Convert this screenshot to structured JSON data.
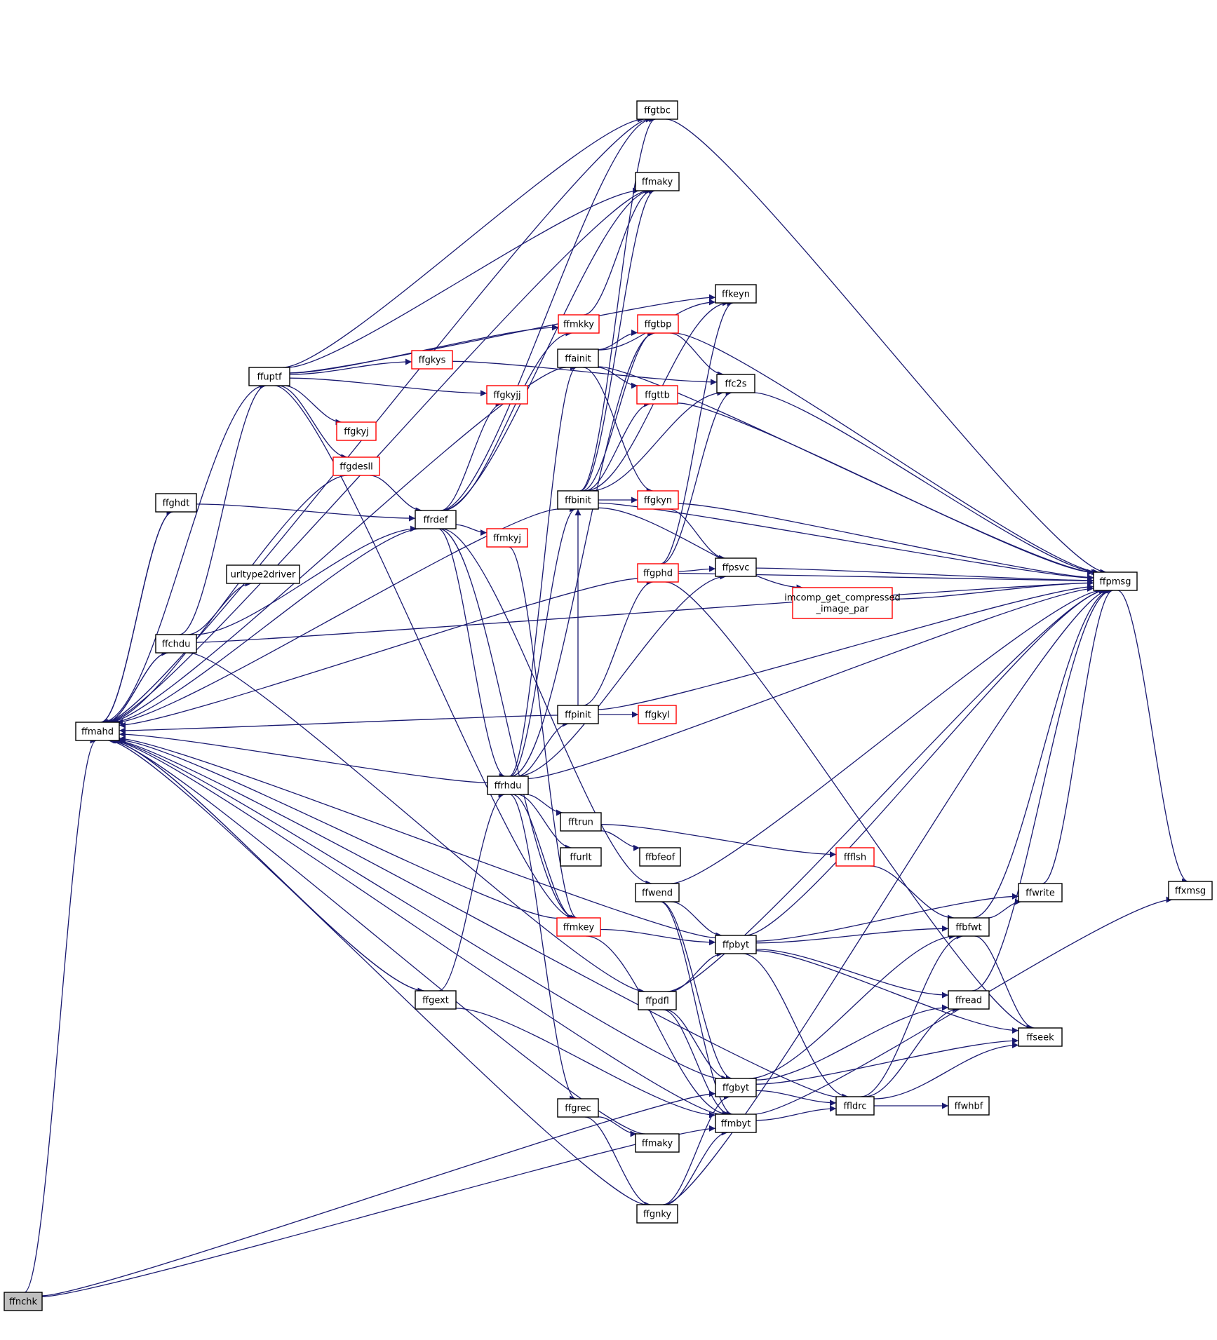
{
  "colors": {
    "edge": "#191970",
    "node_border": "#000000",
    "node_border_truncated": "#ff0000",
    "node_fill": "#ffffff",
    "root_fill": "#bfbfbf"
  },
  "nodes": [
    {
      "id": "ffnchk",
      "label": "ffnchk",
      "style": "root"
    },
    {
      "id": "ffmahd",
      "label": "ffmahd",
      "style": "normal"
    },
    {
      "id": "ffghdt",
      "label": "ffghdt",
      "style": "normal"
    },
    {
      "id": "ffchdu",
      "label": "ffchdu",
      "style": "normal"
    },
    {
      "id": "ffuptf",
      "label": "ffuptf",
      "style": "normal"
    },
    {
      "id": "urltype2driver",
      "label": "urltype2driver",
      "style": "normal"
    },
    {
      "id": "ffgkys",
      "label": "ffgkys",
      "style": "truncated"
    },
    {
      "id": "ffgkyj",
      "label": "ffgkyj",
      "style": "truncated"
    },
    {
      "id": "ffgdesll",
      "label": "ffgdesll",
      "style": "truncated"
    },
    {
      "id": "ffrdef",
      "label": "ffrdef",
      "style": "normal"
    },
    {
      "id": "ffgext",
      "label": "ffgext",
      "style": "normal"
    },
    {
      "id": "ffgkyjj",
      "label": "ffgkyjj",
      "style": "truncated"
    },
    {
      "id": "ffmkyj",
      "label": "ffmkyj",
      "style": "truncated"
    },
    {
      "id": "ffrhdu",
      "label": "ffrhdu",
      "style": "normal"
    },
    {
      "id": "ffmkky",
      "label": "ffmkky",
      "style": "truncated"
    },
    {
      "id": "ffmkey",
      "label": "ffmkey",
      "style": "truncated"
    },
    {
      "id": "ffgrec",
      "label": "ffgrec",
      "style": "normal"
    },
    {
      "id": "ffainit",
      "label": "ffainit",
      "style": "normal"
    },
    {
      "id": "ffbinit",
      "label": "ffbinit",
      "style": "normal"
    },
    {
      "id": "ffpinit",
      "label": "ffpinit",
      "style": "normal"
    },
    {
      "id": "fftrun",
      "label": "fftrun",
      "style": "normal"
    },
    {
      "id": "ffurlt",
      "label": "ffurlt",
      "style": "normal"
    },
    {
      "id": "ffgtbc",
      "label": "ffgtbc",
      "style": "normal"
    },
    {
      "id": "ffmaky_top",
      "label": "ffmaky",
      "style": "normal"
    },
    {
      "id": "ffgtbp",
      "label": "ffgtbp",
      "style": "truncated"
    },
    {
      "id": "ffgttb",
      "label": "ffgttb",
      "style": "truncated"
    },
    {
      "id": "ffgkyn",
      "label": "ffgkyn",
      "style": "truncated"
    },
    {
      "id": "ffgphd",
      "label": "ffgphd",
      "style": "truncated"
    },
    {
      "id": "ffgkyl",
      "label": "ffgkyl",
      "style": "truncated"
    },
    {
      "id": "ffbfeof",
      "label": "ffbfeof",
      "style": "normal"
    },
    {
      "id": "ffwend",
      "label": "ffwend",
      "style": "normal"
    },
    {
      "id": "ffpdfl",
      "label": "ffpdfl",
      "style": "normal"
    },
    {
      "id": "ffmaky_bot",
      "label": "ffmaky",
      "style": "normal"
    },
    {
      "id": "ffgnky",
      "label": "ffgnky",
      "style": "normal"
    },
    {
      "id": "ffkeyn",
      "label": "ffkeyn",
      "style": "normal"
    },
    {
      "id": "ffc2s",
      "label": "ffc2s",
      "style": "normal"
    },
    {
      "id": "ffpsvc",
      "label": "ffpsvc",
      "style": "normal"
    },
    {
      "id": "imcomp",
      "label": [
        "imcomp_get_compressed",
        "_image_par"
      ],
      "style": "truncated"
    },
    {
      "id": "ffpbyt",
      "label": "ffpbyt",
      "style": "normal"
    },
    {
      "id": "ffgbyt",
      "label": "ffgbyt",
      "style": "normal"
    },
    {
      "id": "ffmbyt",
      "label": "ffmbyt",
      "style": "normal"
    },
    {
      "id": "ffflsh",
      "label": "ffflsh",
      "style": "truncated"
    },
    {
      "id": "ffldrc",
      "label": "ffldrc",
      "style": "normal"
    },
    {
      "id": "ffwrite",
      "label": "ffwrite",
      "style": "normal"
    },
    {
      "id": "ffbfwt",
      "label": "ffbfwt",
      "style": "normal"
    },
    {
      "id": "ffread",
      "label": "ffread",
      "style": "normal"
    },
    {
      "id": "ffseek",
      "label": "ffseek",
      "style": "normal"
    },
    {
      "id": "ffwhbf",
      "label": "ffwhbf",
      "style": "normal"
    },
    {
      "id": "ffpmsg",
      "label": "ffpmsg",
      "style": "normal"
    },
    {
      "id": "ffxmsg",
      "label": "ffxmsg",
      "style": "normal"
    }
  ],
  "edges": [
    [
      "ffnchk",
      "ffmahd"
    ],
    [
      "ffnchk",
      "ffgbyt"
    ],
    [
      "ffnchk",
      "ffmbyt"
    ],
    [
      "ffmahd",
      "ffghdt"
    ],
    [
      "ffmahd",
      "ffchdu"
    ],
    [
      "ffmahd",
      "ffgext"
    ],
    [
      "ffghdt",
      "ffmahd"
    ],
    [
      "ffghdt",
      "ffrdef"
    ],
    [
      "ffchdu",
      "ffmahd"
    ],
    [
      "ffchdu",
      "ffuptf"
    ],
    [
      "ffchdu",
      "urltype2driver"
    ],
    [
      "ffchdu",
      "ffrdef"
    ],
    [
      "ffchdu",
      "ffpdfl"
    ],
    [
      "ffchdu",
      "ffpmsg"
    ],
    [
      "ffuptf",
      "ffmahd"
    ],
    [
      "ffuptf",
      "ffgtbc"
    ],
    [
      "ffuptf",
      "ffmaky_top"
    ],
    [
      "ffuptf",
      "ffkeyn"
    ],
    [
      "ffuptf",
      "ffmkky"
    ],
    [
      "ffuptf",
      "ffgkys"
    ],
    [
      "ffuptf",
      "ffgkyjj"
    ],
    [
      "ffuptf",
      "ffgkyj"
    ],
    [
      "ffuptf",
      "ffgdesll"
    ],
    [
      "ffuptf",
      "ffmkey"
    ],
    [
      "ffgdesll",
      "ffmahd"
    ],
    [
      "ffgdesll",
      "ffrdef"
    ],
    [
      "ffgkys",
      "ffc2s"
    ],
    [
      "ffrdef",
      "ffmahd"
    ],
    [
      "ffrdef",
      "ffgkyjj"
    ],
    [
      "ffrdef",
      "ffmkyj"
    ],
    [
      "ffrdef",
      "ffrhdu"
    ],
    [
      "ffrdef",
      "ffmkey"
    ],
    [
      "ffrdef",
      "ffmkky"
    ],
    [
      "ffrdef",
      "ffgtbc"
    ],
    [
      "ffrdef",
      "ffmaky_top"
    ],
    [
      "ffrdef",
      "ffwend"
    ],
    [
      "ffmkyj",
      "ffmkey"
    ],
    [
      "ffgext",
      "ffmahd"
    ],
    [
      "ffgext",
      "ffrhdu"
    ],
    [
      "ffgext",
      "ffmbyt"
    ],
    [
      "ffrhdu",
      "ffmahd"
    ],
    [
      "ffrhdu",
      "ffainit"
    ],
    [
      "ffrhdu",
      "ffbinit"
    ],
    [
      "ffrhdu",
      "ffpinit"
    ],
    [
      "ffrhdu",
      "fftrun"
    ],
    [
      "ffrhdu",
      "ffurlt"
    ],
    [
      "ffrhdu",
      "ffgrec"
    ],
    [
      "ffrhdu",
      "ffmkey"
    ],
    [
      "ffrhdu",
      "ffgtbp"
    ],
    [
      "ffrhdu",
      "ffpsvc"
    ],
    [
      "ffrhdu",
      "ffpmsg"
    ],
    [
      "ffmkky",
      "ffmaky_top"
    ],
    [
      "ffmkey",
      "ffmahd"
    ],
    [
      "ffmkey",
      "ffpbyt"
    ],
    [
      "ffmkey",
      "ffmbyt"
    ],
    [
      "ffgrec",
      "ffmaky_bot"
    ],
    [
      "ffgrec",
      "ffgnky"
    ],
    [
      "ffainit",
      "ffmahd"
    ],
    [
      "ffainit",
      "ffgtbp"
    ],
    [
      "ffainit",
      "ffgttb"
    ],
    [
      "ffainit",
      "ffgkyn"
    ],
    [
      "ffainit",
      "ffkeyn"
    ],
    [
      "ffainit",
      "ffpmsg"
    ],
    [
      "ffbinit",
      "ffmahd"
    ],
    [
      "ffbinit",
      "ffgkyn"
    ],
    [
      "ffbinit",
      "ffgtbp"
    ],
    [
      "ffbinit",
      "ffgttb"
    ],
    [
      "ffbinit",
      "ffkeyn"
    ],
    [
      "ffbinit",
      "ffc2s"
    ],
    [
      "ffbinit",
      "imcomp"
    ],
    [
      "ffbinit",
      "ffpmsg"
    ],
    [
      "ffbinit",
      "ffgtbc"
    ],
    [
      "ffbinit",
      "ffmaky_top"
    ],
    [
      "ffpinit",
      "ffmahd"
    ],
    [
      "ffpinit",
      "ffgphd"
    ],
    [
      "ffpinit",
      "ffgkyl"
    ],
    [
      "ffpinit",
      "ffpmsg"
    ],
    [
      "ffpinit",
      "ffbinit"
    ],
    [
      "fftrun",
      "ffbfeof"
    ],
    [
      "fftrun",
      "ffflsh"
    ],
    [
      "ffgtbc",
      "ffmahd"
    ],
    [
      "ffgtbc",
      "ffpmsg"
    ],
    [
      "ffmaky_top",
      "ffmahd"
    ],
    [
      "ffgtbp",
      "ffc2s"
    ],
    [
      "ffgtbp",
      "ffpmsg"
    ],
    [
      "ffgttb",
      "ffpmsg"
    ],
    [
      "ffgkyn",
      "ffpsvc"
    ],
    [
      "ffgkyn",
      "ffpmsg"
    ],
    [
      "ffgphd",
      "ffmahd"
    ],
    [
      "ffgphd",
      "ffpsvc"
    ],
    [
      "ffgphd",
      "ffpmsg"
    ],
    [
      "ffgphd",
      "ffkeyn"
    ],
    [
      "ffgphd",
      "ffc2s"
    ],
    [
      "ffgphd",
      "ffseek"
    ],
    [
      "ffwend",
      "ffpbyt"
    ],
    [
      "ffwend",
      "ffgbyt"
    ],
    [
      "ffwend",
      "ffmbyt"
    ],
    [
      "ffwend",
      "ffpmsg"
    ],
    [
      "ffpdfl",
      "ffpbyt"
    ],
    [
      "ffpdfl",
      "ffgbyt"
    ],
    [
      "ffpdfl",
      "ffmbyt"
    ],
    [
      "ffpdfl",
      "ffpmsg"
    ],
    [
      "ffmaky_bot",
      "ffmahd"
    ],
    [
      "ffgnky",
      "ffmahd"
    ],
    [
      "ffgnky",
      "ffgbyt"
    ],
    [
      "ffgnky",
      "ffmbyt"
    ],
    [
      "ffgnky",
      "ffpmsg"
    ],
    [
      "ffc2s",
      "ffpmsg"
    ],
    [
      "ffpsvc",
      "ffpmsg"
    ],
    [
      "imcomp",
      "ffpmsg"
    ],
    [
      "ffpbyt",
      "ffmahd"
    ],
    [
      "ffpbyt",
      "ffbfwt"
    ],
    [
      "ffpbyt",
      "ffwrite"
    ],
    [
      "ffpbyt",
      "ffread"
    ],
    [
      "ffpbyt",
      "ffseek"
    ],
    [
      "ffpbyt",
      "ffldrc"
    ],
    [
      "ffpbyt",
      "ffpmsg"
    ],
    [
      "ffgbyt",
      "ffmahd"
    ],
    [
      "ffgbyt",
      "ffldrc"
    ],
    [
      "ffgbyt",
      "ffread"
    ],
    [
      "ffgbyt",
      "ffbfwt"
    ],
    [
      "ffgbyt",
      "ffseek"
    ],
    [
      "ffmbyt",
      "ffldrc"
    ],
    [
      "ffmbyt",
      "ffmahd"
    ],
    [
      "ffflsh",
      "ffbfwt"
    ],
    [
      "ffldrc",
      "ffmahd"
    ],
    [
      "ffldrc",
      "ffbfwt"
    ],
    [
      "ffldrc",
      "ffread"
    ],
    [
      "ffldrc",
      "ffseek"
    ],
    [
      "ffldrc",
      "ffwhbf"
    ],
    [
      "ffbfwt",
      "ffwrite"
    ],
    [
      "ffbfwt",
      "ffseek"
    ],
    [
      "ffbfwt",
      "ffpmsg"
    ],
    [
      "ffwrite",
      "ffpmsg"
    ],
    [
      "ffread",
      "ffpmsg"
    ],
    [
      "ffpmsg",
      "ffxmsg"
    ],
    [
      "ffmbyt",
      "ffxmsg"
    ]
  ]
}
